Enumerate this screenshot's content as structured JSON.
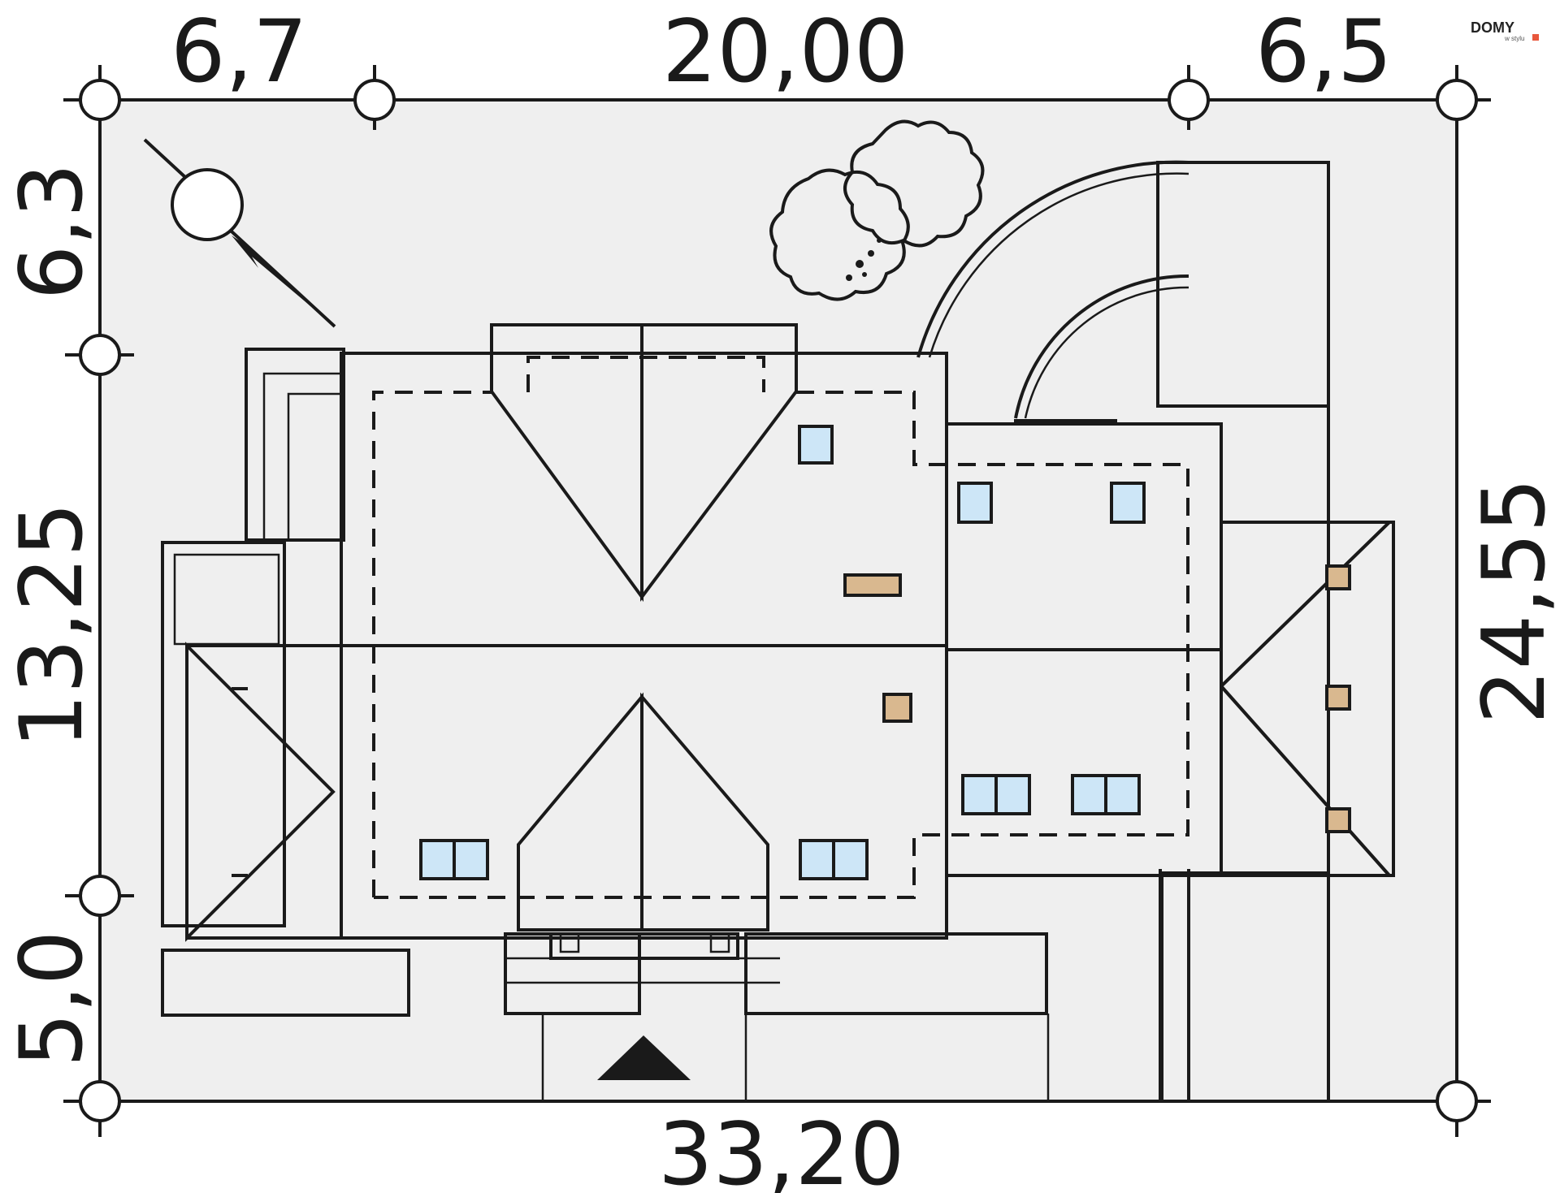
{
  "dimensions": {
    "top_left": "6,7",
    "top_middle": "20,00",
    "top_right": "6,5",
    "left_top": "6,3",
    "left_middle": "13,25",
    "left_bottom": "5,0",
    "right": "24,55",
    "bottom": "33,20"
  },
  "logo": {
    "main": "DOMY",
    "sub": "w stylu"
  },
  "colors": {
    "plot": "#efefef",
    "roof_light": "#fff0da",
    "roof_mid": "#fde0b8",
    "roof_dark": "#f8cf98",
    "window": "#cde6f7",
    "chimney": "#d9b88f"
  },
  "icons": {
    "north_arrow": "compass-north-icon",
    "entrance": "entrance-triangle-icon",
    "trees": "tree-icon"
  }
}
